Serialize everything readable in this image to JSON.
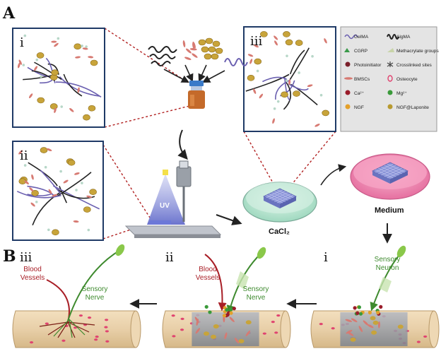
{
  "panel_letters": {
    "a": "A",
    "b": "B"
  },
  "inset_labels": {
    "i": "i",
    "ii": "ii",
    "iii": "iii"
  },
  "legend": {
    "items": [
      {
        "label": "GelMA",
        "icon": "gelma-wave-icon",
        "color": "#6a5fb0"
      },
      {
        "label": "AlgMA",
        "icon": "algma-scribble-icon",
        "color": "#222222"
      },
      {
        "label": "CGRP",
        "icon": "cgrp-triangle-icon",
        "color": "#3a9a4a"
      },
      {
        "label": "Methacrylate groups",
        "icon": "methacrylate-wedge-icon",
        "color": "#c8d4a8"
      },
      {
        "label": "Photoinitiator",
        "icon": "photoinitiator-dot-icon",
        "color": "#7a1f2a"
      },
      {
        "label": "Crosslinked sites",
        "icon": "crosslink-star-icon",
        "color": "#444444"
      },
      {
        "label": "BMSCs",
        "icon": "bmsc-cell-icon",
        "color": "#d77a72"
      },
      {
        "label": "Osteocyte",
        "icon": "osteocyte-oval-icon",
        "color": "#e04470"
      },
      {
        "label": "Ca²⁺",
        "icon": "calcium-dot-icon",
        "color": "#9a1c2a"
      },
      {
        "label": "Mg²⁺",
        "icon": "magnesium-dot-icon",
        "color": "#3a9a3a"
      },
      {
        "label": "NGF",
        "icon": "ngf-dot-icon",
        "color": "#e4a02a"
      },
      {
        "label": "NGF@Laponite",
        "icon": "ngf-laponite-icon",
        "color": "#b89a30"
      }
    ]
  },
  "printer": {
    "uv_label": "UV"
  },
  "dishes": {
    "cacl2_label": "CaCl₂",
    "medium_label": "Medium"
  },
  "stages": {
    "i": {
      "numeral": "i",
      "neuron_label": "Sensory Neuron"
    },
    "ii": {
      "numeral": "ii",
      "vessel_label": "Blood Vessels",
      "nerve_label": "Sensory Nerve"
    },
    "iii": {
      "numeral": "iii",
      "vessel_label": "Blood Vessels",
      "nerve_label": "Sensory Nerve"
    }
  },
  "colors": {
    "inset_border": "#1f3a66",
    "dashed_connector": "#b22222",
    "bone": "#e8cfa8",
    "bone_edge": "#b89868",
    "scaffold": "#9aa0a8",
    "nerve_green": "#3e8a2e",
    "vessel_red": "#a81e26",
    "medium_pink": "#f08cb4",
    "cacl2_green": "#bfe8d4",
    "construct_blue": "#8a94d8"
  }
}
